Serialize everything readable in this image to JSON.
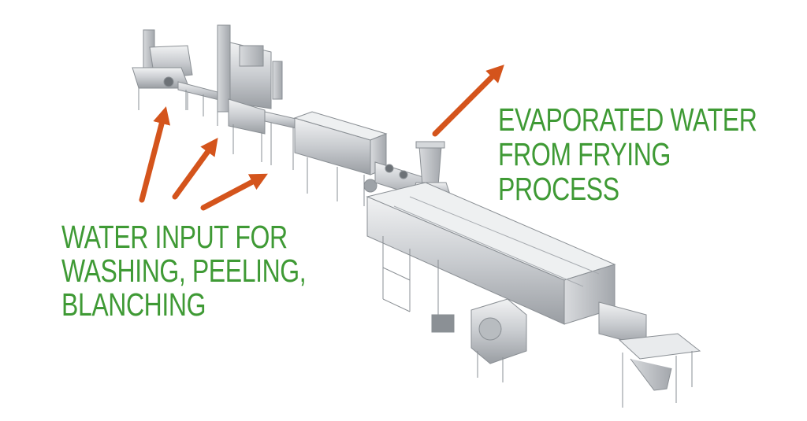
{
  "labels": {
    "water_input": [
      "WATER INPUT FOR",
      "WASHING, PEELING,",
      "BLANCHING"
    ],
    "evaporated": [
      "EVAPORATED WATER",
      "FROM FRYING",
      "PROCESS"
    ]
  },
  "colors": {
    "label_text": "#3f9a35",
    "arrow": "#d4541c",
    "steel_light": "#e4e6e8",
    "steel_mid": "#b9bdc1",
    "steel_dark": "#7e8388"
  }
}
